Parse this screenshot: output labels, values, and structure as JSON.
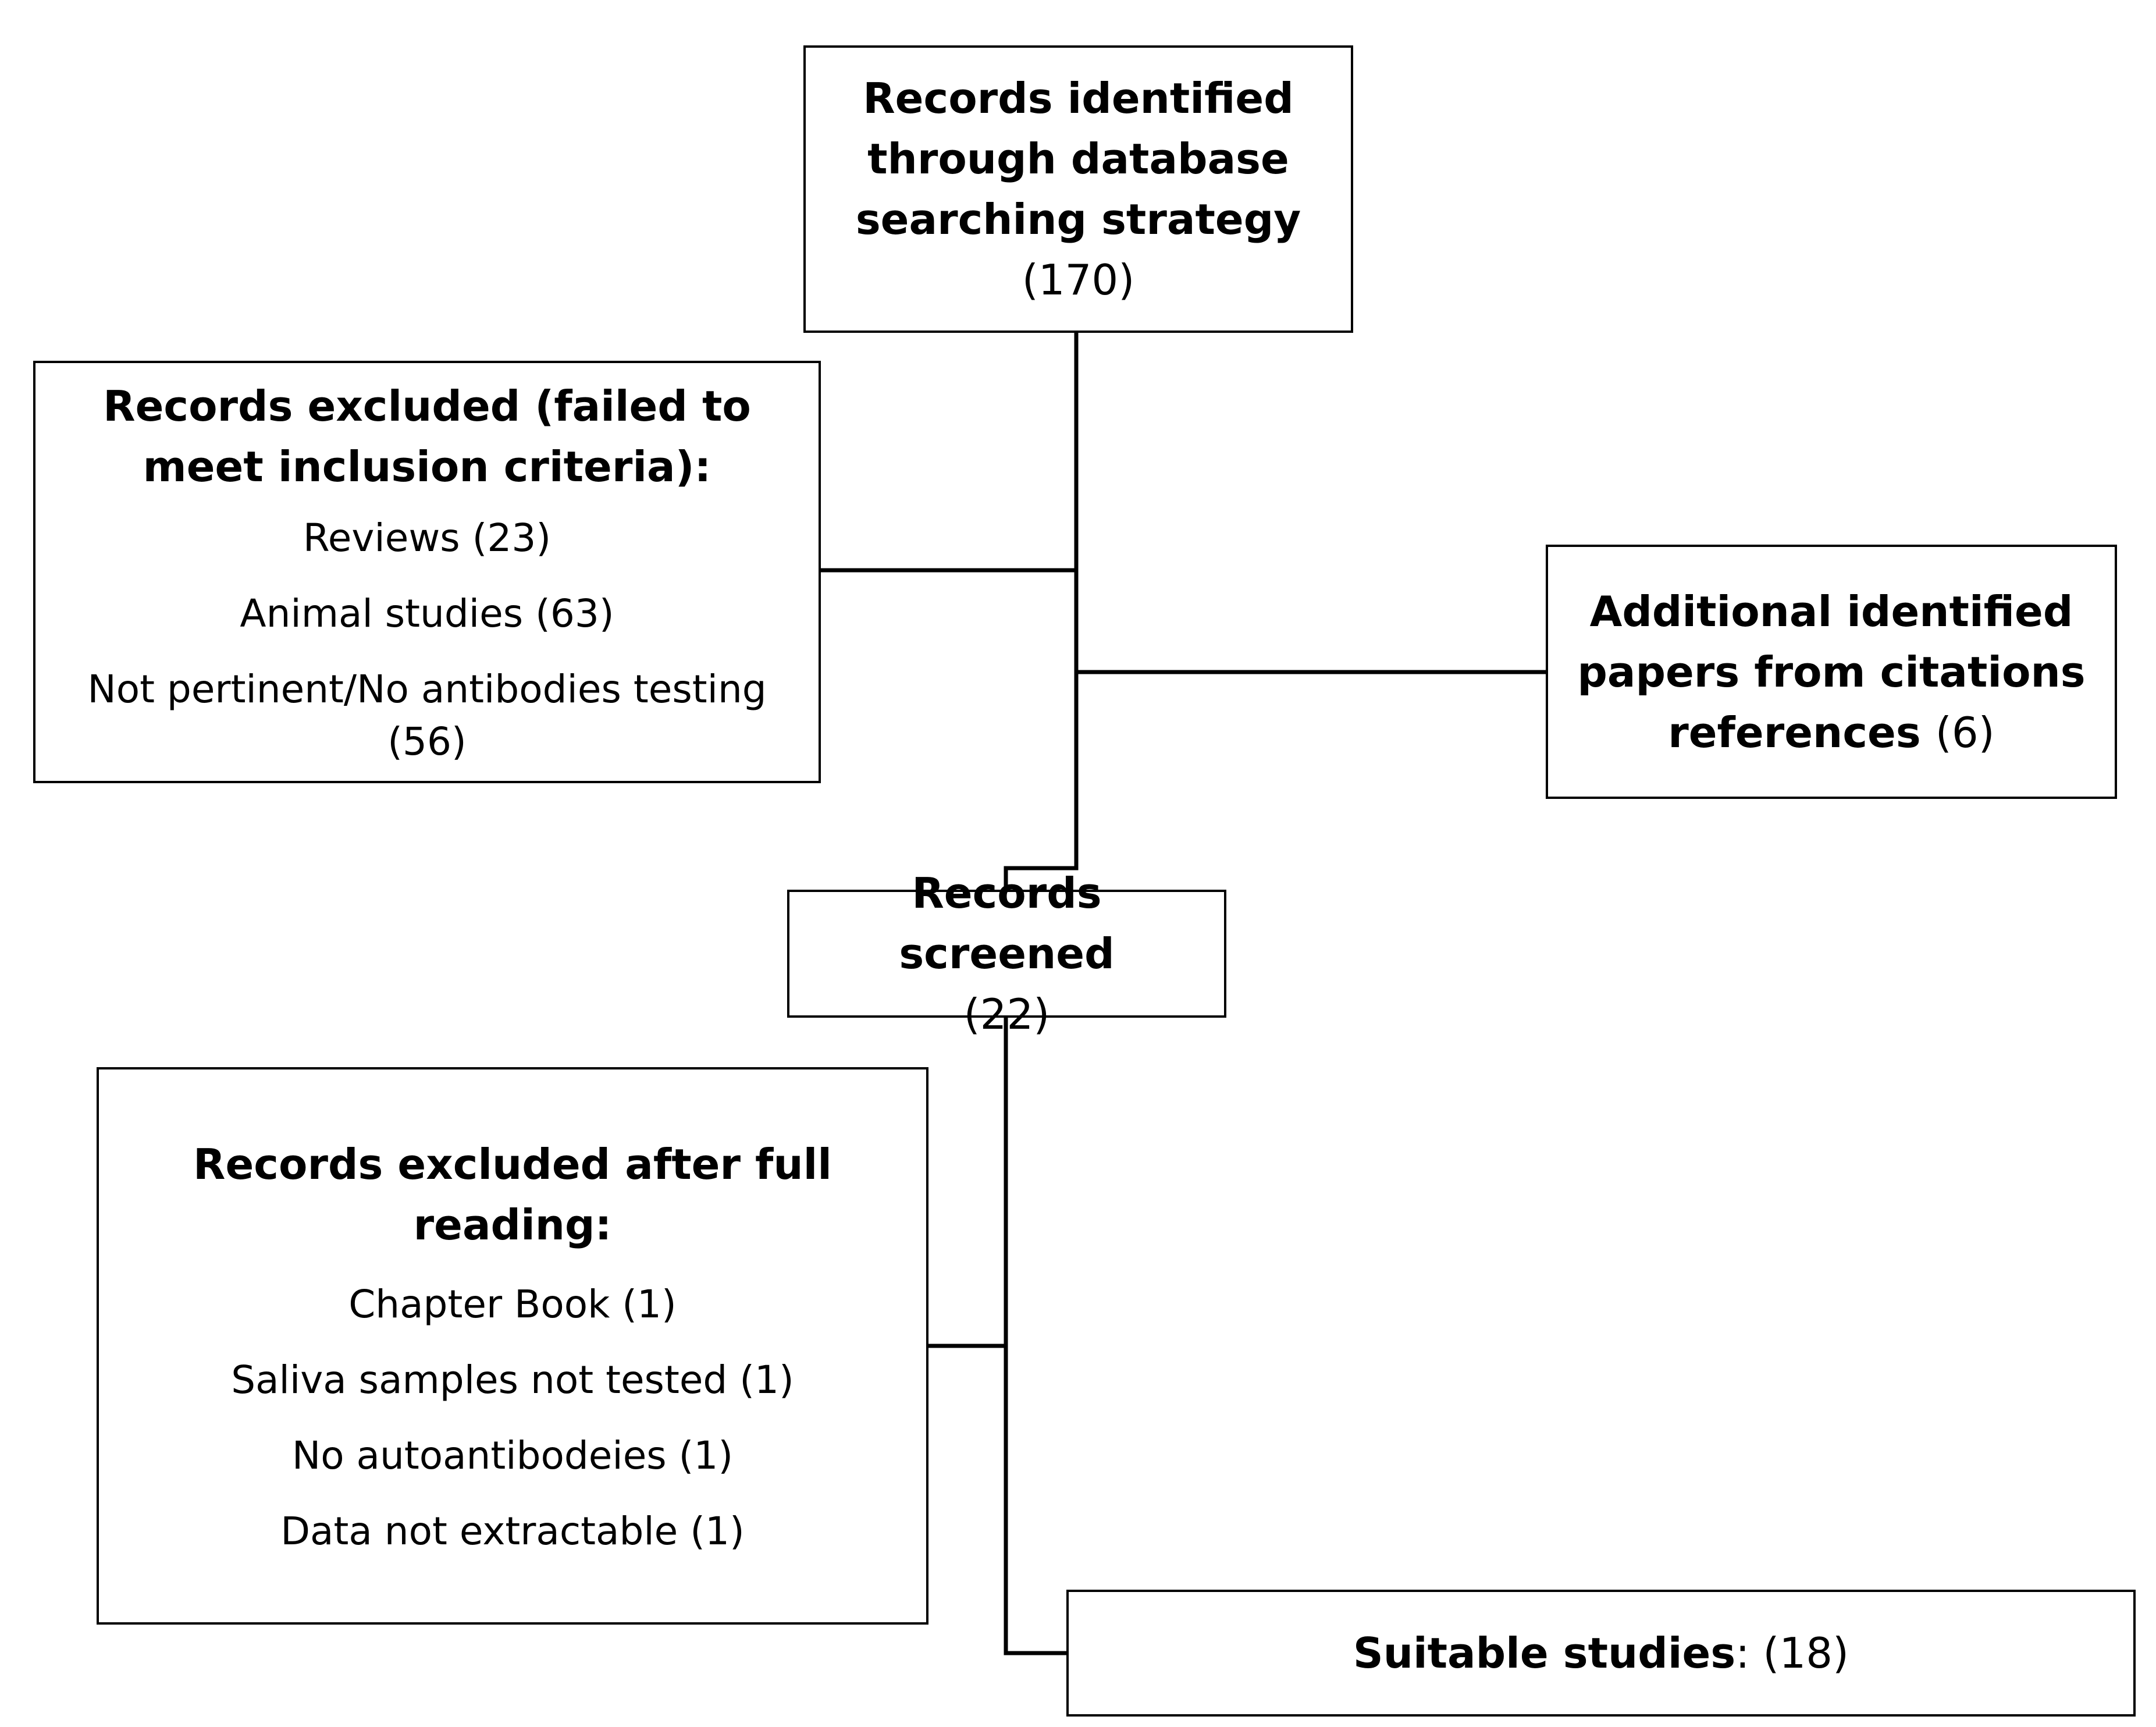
{
  "identified": {
    "title": "Records identified through database searching strategy",
    "count": "(170)"
  },
  "excluded_criteria": {
    "title": "Records excluded (failed to meet inclusion criteria):",
    "items": [
      "Reviews (23)",
      "Animal studies (63)",
      "Not pertinent/No antibodies testing (56)"
    ]
  },
  "additional": {
    "title": "Additional identified papers from citations references",
    "count": "(6)"
  },
  "screened": {
    "title": "Records screened",
    "count": "(22)"
  },
  "excluded_full": {
    "title": "Records excluded after full reading:",
    "items": [
      "Chapter Book (1)",
      "Saliva samples not tested (1)",
      "No autoantibodeies (1)",
      "Data not extractable (1)"
    ]
  },
  "suitable": {
    "title": "Suitable studies",
    "count": ": (18)"
  }
}
